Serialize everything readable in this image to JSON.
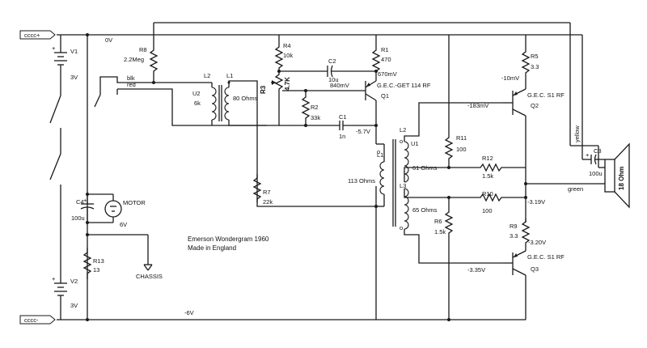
{
  "nets": {
    "pos_rail_label": "0V",
    "neg_rail_label": "-6V",
    "term_top": "cccc+",
    "term_bot": "cccc-"
  },
  "wire_colors": {
    "black": "blk",
    "red": "red",
    "yellow": "yellow",
    "green": "green"
  },
  "caption": {
    "line1": "Emerson Wondergram 1960",
    "line2": "Made in England"
  },
  "batteries": {
    "v1": {
      "ref": "V1",
      "value": "3V"
    },
    "v2": {
      "ref": "V2",
      "value": "3V"
    }
  },
  "motor": {
    "label": "MOTOR",
    "value": "6V"
  },
  "chassis": {
    "label": "CHASSIS"
  },
  "resistors": {
    "r1": {
      "ref": "R1",
      "value": "470"
    },
    "r2": {
      "ref": "R2",
      "value": "33k"
    },
    "r3": {
      "ref": "R3",
      "value": "4.7K"
    },
    "r4": {
      "ref": "R4",
      "value": "10k"
    },
    "r5": {
      "ref": "R5",
      "value": "3.3"
    },
    "r6": {
      "ref": "R6",
      "value": "1.5k"
    },
    "r7": {
      "ref": "R7",
      "value": "22k"
    },
    "r8": {
      "ref": "R8",
      "value": "2.2Meg"
    },
    "r9": {
      "ref": "R9",
      "value": "3.3"
    },
    "r10": {
      "ref": "R10",
      "value": "100"
    },
    "r11": {
      "ref": "R11",
      "value": "100"
    },
    "r12": {
      "ref": "R12",
      "value": "1.5k"
    },
    "r13": {
      "ref": "R13",
      "value": "13"
    }
  },
  "capacitors": {
    "c1": {
      "ref": "C1",
      "value": "1n"
    },
    "c2": {
      "ref": "C2",
      "value": "10u"
    },
    "c3": {
      "ref": "C3",
      "value": "100u"
    },
    "c4": {
      "ref": "C4",
      "value": "100u"
    }
  },
  "transformers": {
    "u2": {
      "ref": "U2",
      "primary": "L2",
      "secondary": "L1",
      "primary_value": "6k",
      "secondary_value": "80 Ohms"
    },
    "u1": {
      "ref": "U1",
      "l1": "L1",
      "l2": "L2",
      "l3": "L3",
      "l1_value": "113 Ohms",
      "l2_value": "61 Ohms",
      "l3_value": "65 Ohms"
    }
  },
  "transistors": {
    "q1": {
      "ref": "Q1",
      "type": "G.E.C.-GET 114 RF"
    },
    "q2": {
      "ref": "Q2",
      "type": "G.E.C. S1 RF"
    },
    "q3": {
      "ref": "Q3",
      "type": "G.E.C. S1 RF"
    }
  },
  "speaker": {
    "value": "18 Ohm"
  },
  "voltages": {
    "v_670": "670mV",
    "v_840": "840mV",
    "v_m57": "-5.7V",
    "v_m10": "-10mV",
    "v_m183": "-183mV",
    "v_m319": "-3.19V",
    "v_m320": "-3.20V",
    "v_m335": "-3.35V"
  }
}
